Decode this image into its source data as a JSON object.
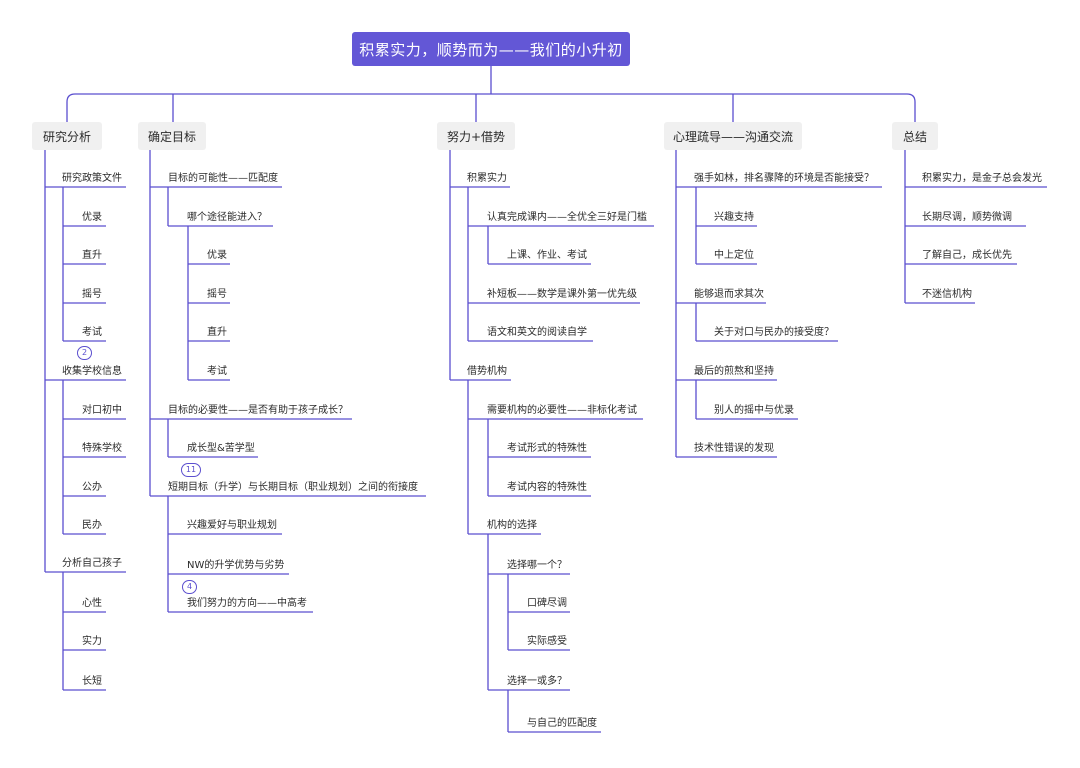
{
  "root": "积累实力，顺势而为——我们的小升初",
  "col1": {
    "title": "研究分析",
    "policy": "研究政策文件",
    "policy_items": [
      "优录",
      "直升",
      "摇号",
      "考试"
    ],
    "badge1": "2",
    "school_info": "收集学校信息",
    "school_items": [
      "对口初中",
      "特殊学校",
      "公办",
      "民办"
    ],
    "child": "分析自己孩子",
    "child_items": [
      "心性",
      "实力",
      "长短"
    ]
  },
  "col2": {
    "title": "确定目标",
    "possibility": "目标的可能性——匹配度",
    "which_path": "哪个途径能进入？",
    "path_items": [
      "优录",
      "摇号",
      "直升",
      "考试"
    ],
    "necessity": "目标的必要性——是否有助于孩子成长？",
    "growth": "成长型&苦学型",
    "badge2": "11",
    "short_long": "短期目标（升学）与长期目标（职业规划）之间的衔接度",
    "hobby": "兴趣爱好与职业规划",
    "nw": "NW的升学优势与劣势",
    "badge3": "4",
    "direction": "我们努力的方向——中高考"
  },
  "col3": {
    "title": "努力+借势",
    "strength": "积累实力",
    "course": "认真完成课内——全优全三好是门槛",
    "course_detail": "上课、作业、考试",
    "tutoring": "补短板——数学是课外第一优先级",
    "reading": "语文和英文的阅读自学",
    "leverage": "借势机构",
    "need": "需要机构的必要性——非标化考试",
    "exam_form": "考试形式的特殊性",
    "exam_content": "考试内容的特殊性",
    "choice": "机构的选择",
    "choose_one": "选择哪一个？",
    "reputation": "口碑尽调",
    "feeling": "实际感受",
    "one_or_many": "选择一或多？",
    "match": "与自己的匹配度"
  },
  "col4": {
    "title": "心理疏导——沟通交流",
    "strong": "强手如林，排名骤降的环境是否能接受？",
    "interest": "兴趣支持",
    "mid": "中上定位",
    "retreat": "能够退而求其次",
    "about": "关于对口与民办的接受度？",
    "last": "最后的煎熬和坚持",
    "others": "别人的摇中与优录",
    "tech": "技术性错误的发现"
  },
  "col5": {
    "title": "总结",
    "items": [
      "积累实力，是金子总会发光",
      "长期尽调，顺势微调",
      "了解自己，成长优先",
      "不迷信机构"
    ]
  }
}
